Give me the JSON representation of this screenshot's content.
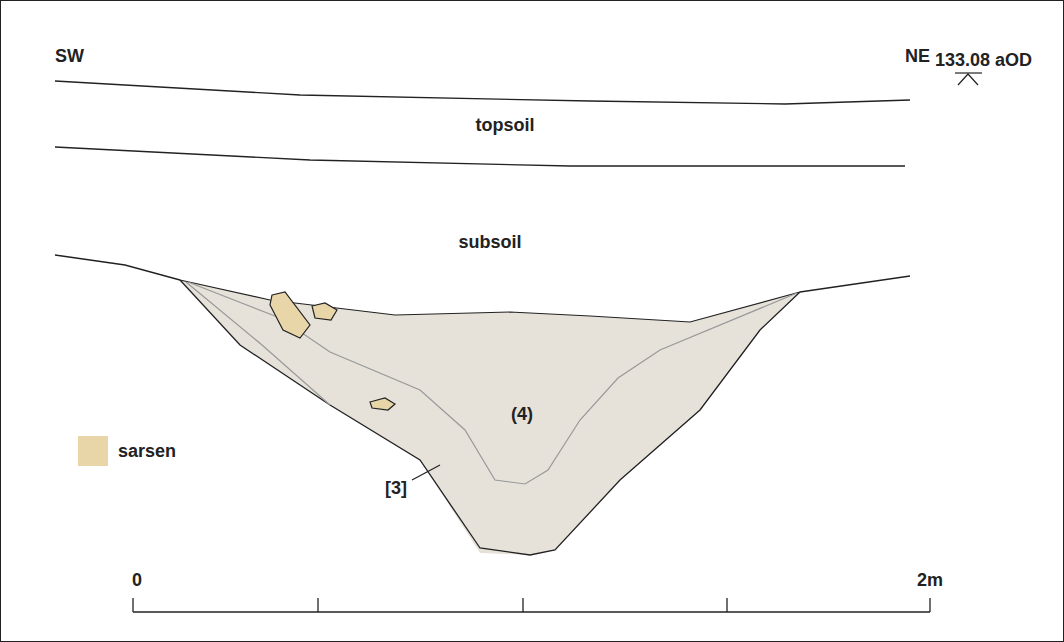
{
  "diagram": {
    "labels": [
      "SW",
      "NE",
      "133.08 aOD",
      "topsoil",
      "subsoil",
      "(4)",
      "[3]",
      "0",
      "2m"
    ],
    "legend": [
      {
        "text": "sarsen",
        "color": "#e8d5a8"
      }
    ]
  }
}
